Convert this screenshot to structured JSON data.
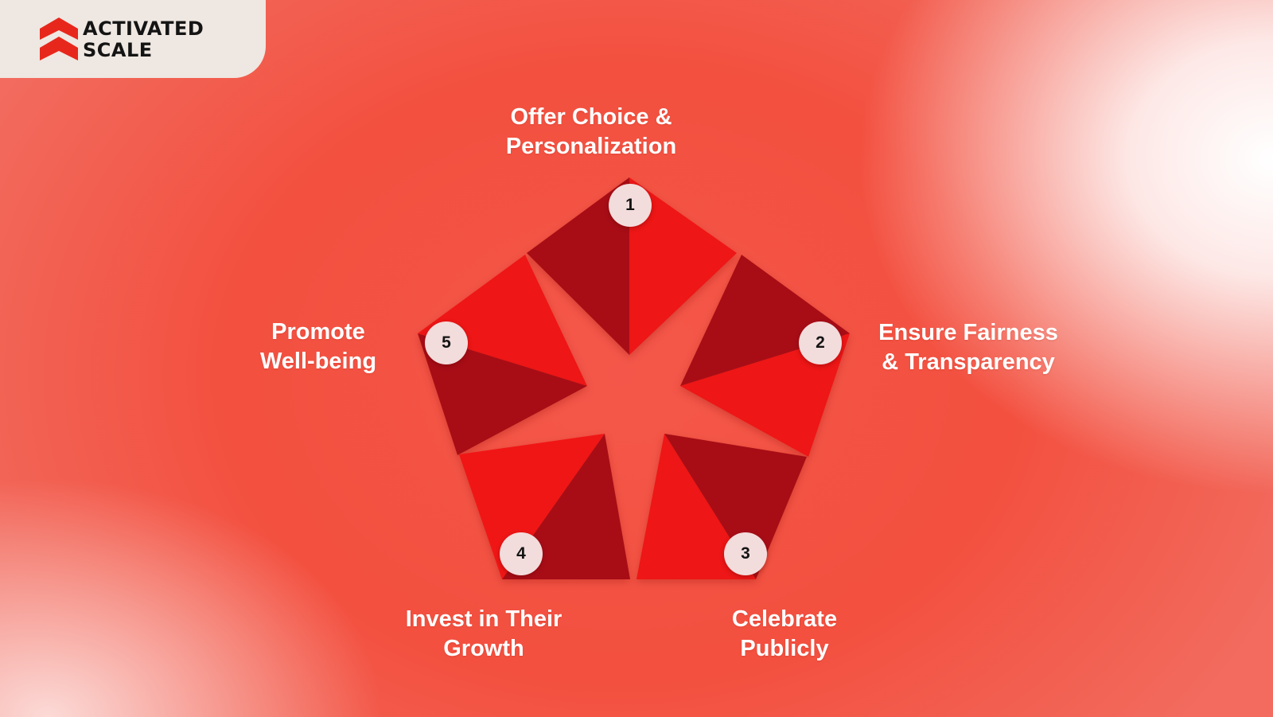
{
  "brand": {
    "line1": "ACTIVATED",
    "line2": "SCALE"
  },
  "steps": [
    {
      "number": "1",
      "line1": "Offer Choice &",
      "line2": "Personalization"
    },
    {
      "number": "2",
      "line1": "Ensure Fairness",
      "line2": "& Transparency"
    },
    {
      "number": "3",
      "line1": "Celebrate",
      "line2": "Publicly"
    },
    {
      "number": "4",
      "line1": "Invest in Their",
      "line2": "Growth"
    },
    {
      "number": "5",
      "line1": "Promote",
      "line2": "Well-being"
    }
  ],
  "colors": {
    "background": "#f3503f",
    "segment_dark": "#a81012",
    "segment_light": "#f11414",
    "badge": "#f3dcdc",
    "logo_panel": "#efe7e1"
  }
}
